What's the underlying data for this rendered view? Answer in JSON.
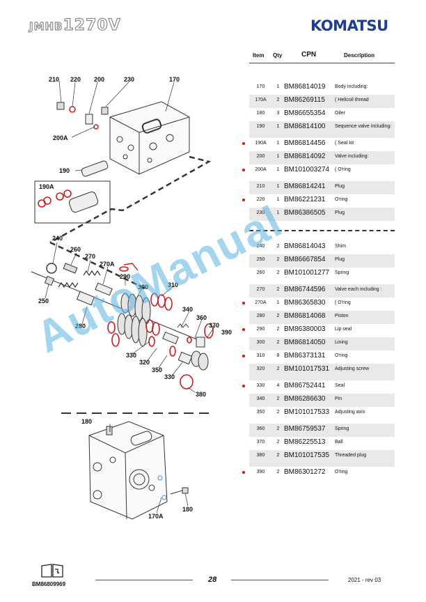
{
  "header": {
    "model_prefix": "JMHB",
    "model_number": "1270V",
    "brand": "KOMATSU"
  },
  "table": {
    "headers": {
      "item": "Item",
      "qty": "Qty",
      "cpn": "CPN",
      "description": "Description"
    },
    "group1": [
      {
        "item": "170",
        "qty": "1",
        "cpn": "BM86814019",
        "desc": "Body including:",
        "dot": false
      },
      {
        "item": "170A",
        "qty": "2",
        "cpn": "BM86269115",
        "desc": "( Helicoil thread",
        "dot": false
      },
      {
        "item": "180",
        "qty": "3",
        "cpn": "BM86655354",
        "desc": "Oiler",
        "dot": false
      },
      {
        "item": "190",
        "qty": "1",
        "cpn": "BM86814100",
        "desc": "Sequence valve including:",
        "dot": false
      },
      {
        "item": "190A",
        "qty": "1",
        "cpn": "BM86814456",
        "desc": "( Seal kit",
        "dot": true
      },
      {
        "item": "200",
        "qty": "1",
        "cpn": "BM86814092",
        "desc": "Valve including:",
        "dot": false
      },
      {
        "item": "200A",
        "qty": "1",
        "cpn": "BM101003274",
        "desc": "( O'ring",
        "dot": true
      },
      {
        "item": "210",
        "qty": "1",
        "cpn": "BM86814241",
        "desc": "Plug",
        "dot": false
      },
      {
        "item": "220",
        "qty": "1",
        "cpn": "BM86221231",
        "desc": "O'ring",
        "dot": true
      },
      {
        "item": "230",
        "qty": "1",
        "cpn": "BM86386505",
        "desc": "Plug",
        "dot": false
      }
    ],
    "group2": [
      {
        "item": "240",
        "qty": "2",
        "cpn": "BM86814043",
        "desc": "Shim",
        "dot": false
      },
      {
        "item": "250",
        "qty": "2",
        "cpn": "BM86667854",
        "desc": "Plug",
        "dot": false
      },
      {
        "item": "260",
        "qty": "2",
        "cpn": "BM101001277",
        "desc": "Spring",
        "dot": false
      },
      {
        "item": "270",
        "qty": "2",
        "cpn": "BM86744596",
        "desc": "Valve each including :",
        "dot": false
      },
      {
        "item": "270A",
        "qty": "1",
        "cpn": "BM86365830",
        "desc": "( O'ring",
        "dot": true
      },
      {
        "item": "280",
        "qty": "2",
        "cpn": "BM86814068",
        "desc": "Piston",
        "dot": false
      },
      {
        "item": "290",
        "qty": "2",
        "cpn": "BM86380003",
        "desc": "Lip seal",
        "dot": true
      },
      {
        "item": "300",
        "qty": "2",
        "cpn": "BM86814050",
        "desc": "Lining",
        "dot": false
      },
      {
        "item": "310",
        "qty": "8",
        "cpn": "BM86373131",
        "desc": "O'ring",
        "dot": true
      },
      {
        "item": "320",
        "qty": "2",
        "cpn": "BM101017531",
        "desc": "Adjusting screw",
        "dot": false
      },
      {
        "item": "330",
        "qty": "4",
        "cpn": "BM86752441",
        "desc": "Seal",
        "dot": true
      },
      {
        "item": "340",
        "qty": "2",
        "cpn": "BM86286630",
        "desc": "Pin",
        "dot": false
      },
      {
        "item": "350",
        "qty": "2",
        "cpn": "BM101017533",
        "desc": "Adjusting axis",
        "dot": false
      },
      {
        "item": "360",
        "qty": "2",
        "cpn": "BM86759537",
        "desc": "Spring",
        "dot": false
      },
      {
        "item": "370",
        "qty": "2",
        "cpn": "BM86225513",
        "desc": "Ball",
        "dot": false
      },
      {
        "item": "380",
        "qty": "2",
        "cpn": "BM101017535",
        "desc": "Threaded plug",
        "dot": false
      },
      {
        "item": "390",
        "qty": "2",
        "cpn": "BM86301272",
        "desc": "O'ring",
        "dot": true
      }
    ]
  },
  "diagram": {
    "labels": {
      "l210": "210",
      "l220": "220",
      "l200": "200",
      "l230": "230",
      "l170": "170",
      "l200A": "200A",
      "l190": "190",
      "l190A": "190A",
      "l240": "240",
      "l260": "260",
      "l270": "270",
      "l270A": "270A",
      "l290": "290",
      "l300": "300",
      "l310": "310",
      "l250": "250",
      "l280": "280",
      "l340": "340",
      "l360": "360",
      "l370": "370",
      "l390": "390",
      "l330a": "330",
      "l320": "320",
      "l350": "350",
      "l330b": "330",
      "l380": "380",
      "l180a": "180",
      "l180b": "180",
      "l170A": "170A"
    }
  },
  "watermark": "AutoManual",
  "footer": {
    "doc_number": "BM86809969",
    "page": "28",
    "date_rev": "2021 -  rev 03"
  },
  "colors": {
    "brand": "#1c3f95",
    "seal_red": "#d11a1a",
    "watermark": "#5bb3e3",
    "row_alt": "#e9e9e9"
  }
}
